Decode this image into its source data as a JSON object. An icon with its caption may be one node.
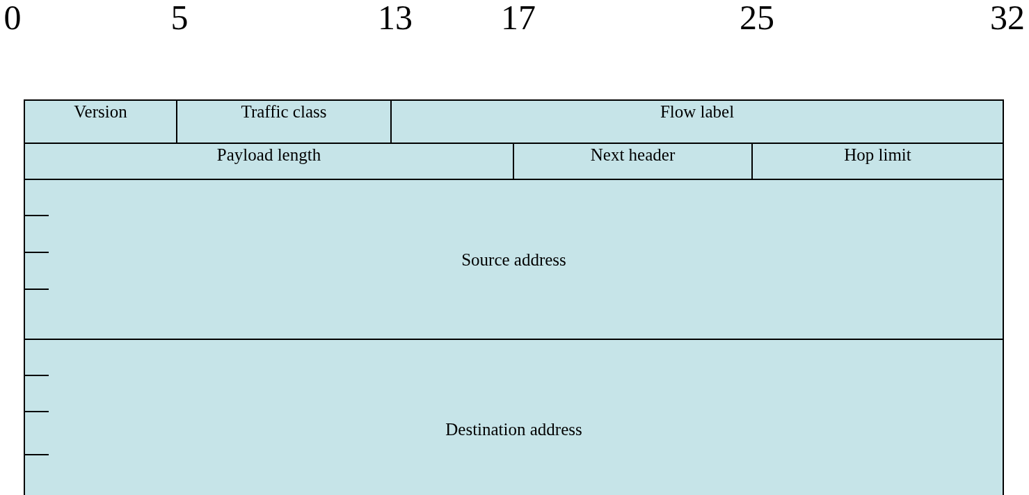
{
  "diagram": {
    "nodes": [
      {
        "text": [
          "Version"
        ]
      },
      {
        "text": [
          "Traffic class"
        ]
      },
      {
        "text": [
          "Flow label"
        ]
      },
      {
        "text": [
          "Payload length"
        ]
      },
      {
        "text": [
          "Next header"
        ]
      },
      {
        "text": [
          "Hop limit"
        ]
      },
      {
        "text": [
          "Source address"
        ]
      },
      {
        "text": [
          "Destination address"
        ]
      }
    ],
    "edges": [],
    "labels": [
      "0",
      "5",
      "13",
      "17",
      "25",
      "32"
    ]
  }
}
